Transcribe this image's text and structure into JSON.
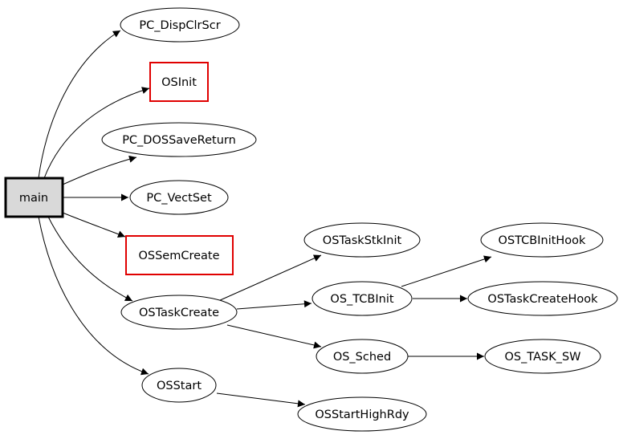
{
  "nodes": {
    "main": {
      "label": "main",
      "fill": "#d9d9d9",
      "border": "#000000"
    },
    "pc_dispclrscr": {
      "label": "PC_DispClrScr"
    },
    "osinit": {
      "label": "OSInit",
      "border": "#e00000"
    },
    "pc_dossavereturn": {
      "label": "PC_DOSSaveReturn"
    },
    "pc_vectset": {
      "label": "PC_VectSet"
    },
    "ossemcreate": {
      "label": "OSSemCreate",
      "border": "#e00000"
    },
    "ostaskcreate": {
      "label": "OSTaskCreate"
    },
    "osstart": {
      "label": "OSStart"
    },
    "ostaskstkinit": {
      "label": "OSTaskStkInit"
    },
    "os_tcbinit": {
      "label": "OS_TCBInit"
    },
    "os_sched": {
      "label": "OS_Sched"
    },
    "osstarthighrdy": {
      "label": "OSStartHighRdy"
    },
    "ostcbinithook": {
      "label": "OSTCBInitHook"
    },
    "ostaskcreatehook": {
      "label": "OSTaskCreateHook"
    },
    "os_task_sw": {
      "label": "OS_TASK_SW"
    }
  },
  "edges": [
    {
      "from": "main",
      "to": "PC_DispClrScr"
    },
    {
      "from": "main",
      "to": "OSInit"
    },
    {
      "from": "main",
      "to": "PC_DOSSaveReturn"
    },
    {
      "from": "main",
      "to": "PC_VectSet"
    },
    {
      "from": "main",
      "to": "OSSemCreate"
    },
    {
      "from": "main",
      "to": "OSTaskCreate"
    },
    {
      "from": "main",
      "to": "OSStart"
    },
    {
      "from": "OSTaskCreate",
      "to": "OSTaskStkInit"
    },
    {
      "from": "OSTaskCreate",
      "to": "OS_TCBInit"
    },
    {
      "from": "OSTaskCreate",
      "to": "OS_Sched"
    },
    {
      "from": "OS_TCBInit",
      "to": "OSTCBInitHook"
    },
    {
      "from": "OS_TCBInit",
      "to": "OSTaskCreateHook"
    },
    {
      "from": "OS_Sched",
      "to": "OS_TASK_SW"
    },
    {
      "from": "OSStart",
      "to": "OSStartHighRdy"
    }
  ]
}
